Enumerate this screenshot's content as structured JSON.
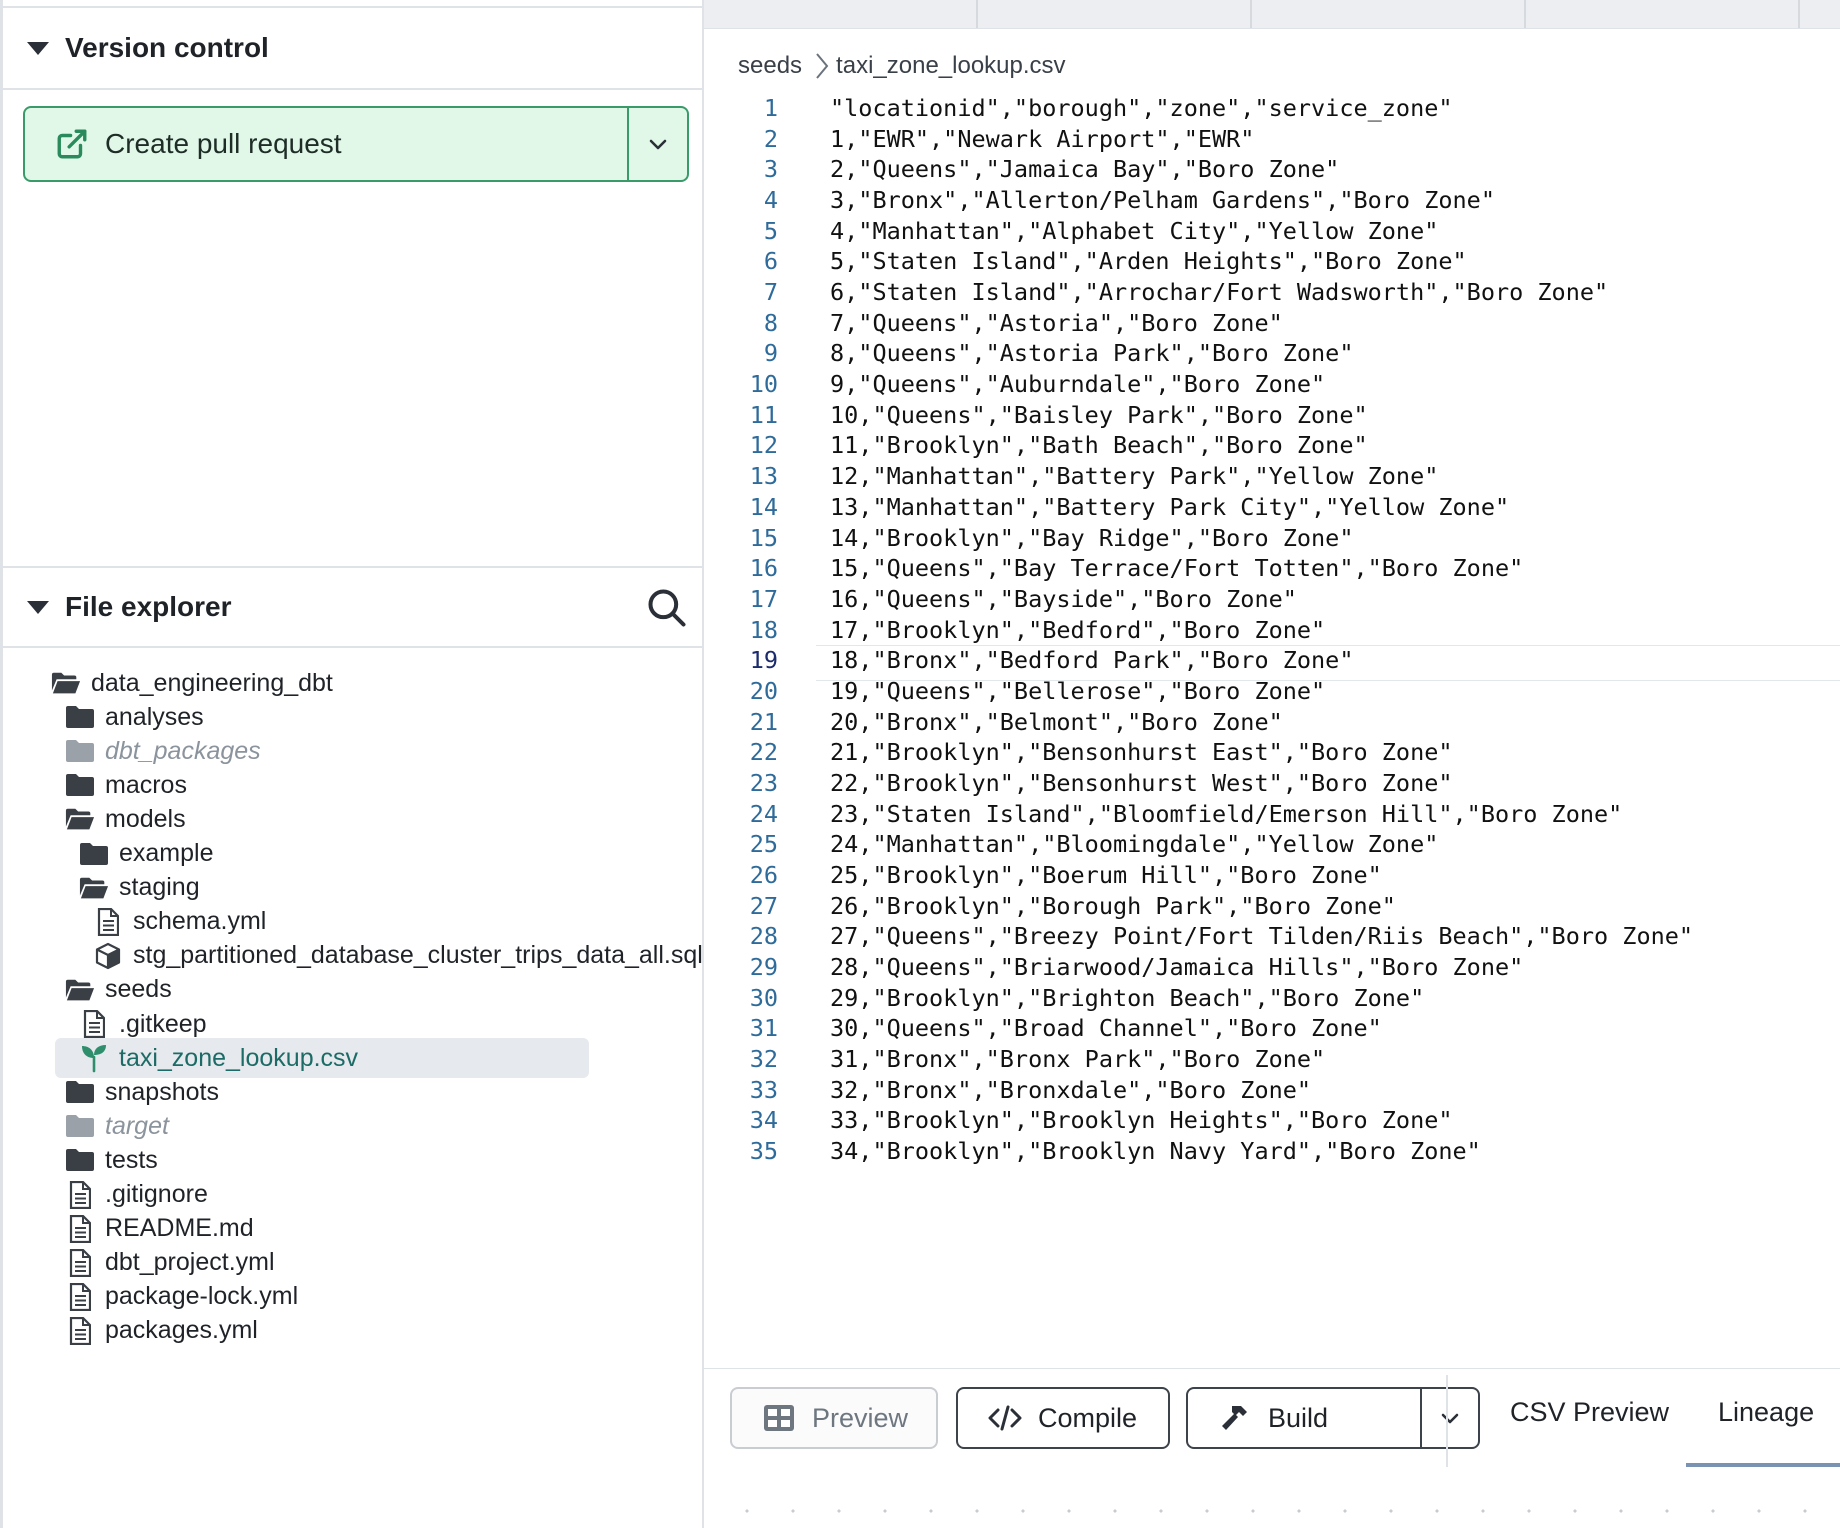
{
  "version_control": {
    "title": "Version control",
    "create_pr_label": "Create pull request"
  },
  "file_explorer": {
    "title": "File explorer",
    "tree": [
      {
        "label": "data_engineering_dbt",
        "icon": "folder-open-icon",
        "depth": 0
      },
      {
        "label": "analyses",
        "icon": "folder-icon",
        "depth": 1
      },
      {
        "label": "dbt_packages",
        "icon": "folder-icon",
        "depth": 1,
        "dim": true
      },
      {
        "label": "macros",
        "icon": "folder-icon",
        "depth": 1
      },
      {
        "label": "models",
        "icon": "folder-open-icon",
        "depth": 1
      },
      {
        "label": "example",
        "icon": "folder-icon",
        "depth": 2
      },
      {
        "label": "staging",
        "icon": "folder-open-icon",
        "depth": 2
      },
      {
        "label": "schema.yml",
        "icon": "file-icon",
        "depth": 3
      },
      {
        "label": "stg_partitioned_database_cluster_trips_data_all.sql",
        "icon": "cube-icon",
        "depth": 3
      },
      {
        "label": "seeds",
        "icon": "folder-open-icon",
        "depth": 1
      },
      {
        "label": ".gitkeep",
        "icon": "file-icon",
        "depth": 2
      },
      {
        "label": "taxi_zone_lookup.csv",
        "icon": "seedling-icon",
        "depth": 2,
        "selected": true
      },
      {
        "label": "snapshots",
        "icon": "folder-icon",
        "depth": 1
      },
      {
        "label": "target",
        "icon": "folder-icon",
        "depth": 1,
        "dim": true
      },
      {
        "label": "tests",
        "icon": "folder-icon",
        "depth": 1
      },
      {
        "label": ".gitignore",
        "icon": "file-icon",
        "depth": 1
      },
      {
        "label": "README.md",
        "icon": "file-icon",
        "depth": 1
      },
      {
        "label": "dbt_project.yml",
        "icon": "file-icon",
        "depth": 1
      },
      {
        "label": "package-lock.yml",
        "icon": "file-icon",
        "depth": 1
      },
      {
        "label": "packages.yml",
        "icon": "file-icon",
        "depth": 1
      }
    ]
  },
  "breadcrumb": {
    "folder": "seeds",
    "file": "taxi_zone_lookup.csv"
  },
  "editor": {
    "current_line": 19,
    "lines": [
      "\"locationid\",\"borough\",\"zone\",\"service_zone\"",
      "1,\"EWR\",\"Newark Airport\",\"EWR\"",
      "2,\"Queens\",\"Jamaica Bay\",\"Boro Zone\"",
      "3,\"Bronx\",\"Allerton/Pelham Gardens\",\"Boro Zone\"",
      "4,\"Manhattan\",\"Alphabet City\",\"Yellow Zone\"",
      "5,\"Staten Island\",\"Arden Heights\",\"Boro Zone\"",
      "6,\"Staten Island\",\"Arrochar/Fort Wadsworth\",\"Boro Zone\"",
      "7,\"Queens\",\"Astoria\",\"Boro Zone\"",
      "8,\"Queens\",\"Astoria Park\",\"Boro Zone\"",
      "9,\"Queens\",\"Auburndale\",\"Boro Zone\"",
      "10,\"Queens\",\"Baisley Park\",\"Boro Zone\"",
      "11,\"Brooklyn\",\"Bath Beach\",\"Boro Zone\"",
      "12,\"Manhattan\",\"Battery Park\",\"Yellow Zone\"",
      "13,\"Manhattan\",\"Battery Park City\",\"Yellow Zone\"",
      "14,\"Brooklyn\",\"Bay Ridge\",\"Boro Zone\"",
      "15,\"Queens\",\"Bay Terrace/Fort Totten\",\"Boro Zone\"",
      "16,\"Queens\",\"Bayside\",\"Boro Zone\"",
      "17,\"Brooklyn\",\"Bedford\",\"Boro Zone\"",
      "18,\"Bronx\",\"Bedford Park\",\"Boro Zone\"",
      "19,\"Queens\",\"Bellerose\",\"Boro Zone\"",
      "20,\"Bronx\",\"Belmont\",\"Boro Zone\"",
      "21,\"Brooklyn\",\"Bensonhurst East\",\"Boro Zone\"",
      "22,\"Brooklyn\",\"Bensonhurst West\",\"Boro Zone\"",
      "23,\"Staten Island\",\"Bloomfield/Emerson Hill\",\"Boro Zone\"",
      "24,\"Manhattan\",\"Bloomingdale\",\"Yellow Zone\"",
      "25,\"Brooklyn\",\"Boerum Hill\",\"Boro Zone\"",
      "26,\"Brooklyn\",\"Borough Park\",\"Boro Zone\"",
      "27,\"Queens\",\"Breezy Point/Fort Tilden/Riis Beach\",\"Boro Zone\"",
      "28,\"Queens\",\"Briarwood/Jamaica Hills\",\"Boro Zone\"",
      "29,\"Brooklyn\",\"Brighton Beach\",\"Boro Zone\"",
      "30,\"Queens\",\"Broad Channel\",\"Boro Zone\"",
      "31,\"Bronx\",\"Bronx Park\",\"Boro Zone\"",
      "32,\"Bronx\",\"Bronxdale\",\"Boro Zone\"",
      "33,\"Brooklyn\",\"Brooklyn Heights\",\"Boro Zone\"",
      "34,\"Brooklyn\",\"Brooklyn Navy Yard\",\"Boro Zone\""
    ]
  },
  "toolbar": {
    "preview_label": "Preview",
    "compile_label": "Compile",
    "build_label": "Build",
    "tabs": [
      "CSV Preview",
      "Lineage"
    ],
    "active_tab": "Lineage"
  },
  "colors": {
    "accent_green": "#3a9b6a",
    "pr_button_bg": "#e1f8e9",
    "selected_row_bg": "#e6e9ed",
    "line_number": "#2f6b9a"
  }
}
